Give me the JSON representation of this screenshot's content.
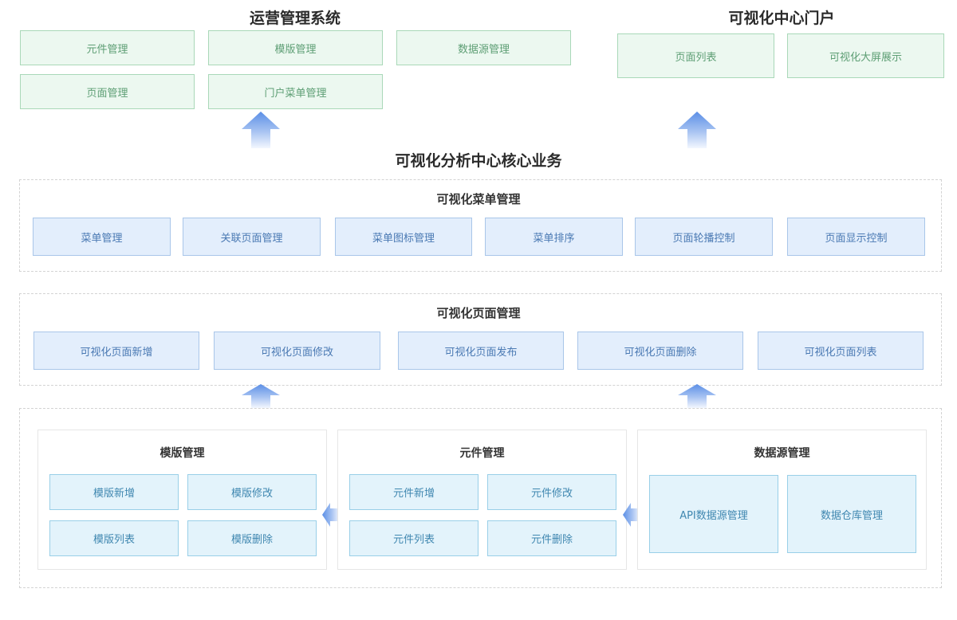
{
  "ops": {
    "title": "运营管理系统",
    "items": [
      "元件管理",
      "模版管理",
      "数据源管理",
      "页面管理",
      "门户菜单管理"
    ]
  },
  "portal": {
    "title": "可视化中心门户",
    "items": [
      "页面列表",
      "可视化大屏展示"
    ]
  },
  "core": {
    "title": "可视化分析中心核心业务",
    "menu_section": {
      "title": "可视化菜单管理",
      "items": [
        "菜单管理",
        "关联页面管理",
        "菜单图标管理",
        "菜单排序",
        "页面轮播控制",
        "页面显示控制"
      ]
    },
    "page_section": {
      "title": "可视化页面管理",
      "items": [
        "可视化页面新增",
        "可视化页面修改",
        "可视化页面发布",
        "可视化页面删除",
        "可视化页面列表"
      ]
    },
    "template_panel": {
      "title": "模版管理",
      "items": [
        "模版新增",
        "模版修改",
        "模版列表",
        "模版删除"
      ]
    },
    "component_panel": {
      "title": "元件管理",
      "items": [
        "元件新增",
        "元件修改",
        "元件列表",
        "元件删除"
      ]
    },
    "datasource_panel": {
      "title": "数据源管理",
      "items": [
        "API数据源管理",
        "数据仓库管理"
      ]
    }
  },
  "colors": {
    "green_fill": "#ecf8f0",
    "blue_fill": "#e3eefc",
    "cyan_fill": "#e3f3fb",
    "arrow": "#5b8fe6"
  },
  "icons": [
    "arrow-up-icon",
    "arrow-left-icon"
  ]
}
